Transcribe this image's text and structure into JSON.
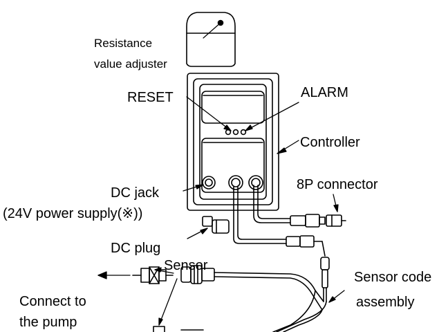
{
  "colors": {
    "line": "#000000",
    "background": "#ffffff"
  },
  "labels": {
    "resistance_line1": "Resistance",
    "resistance_line2": "value adjuster",
    "reset": "RESET",
    "alarm": "ALARM",
    "controller": "Controller",
    "dc_jack": "DC jack",
    "power_supply": "(24V power supply(※))",
    "connector_8p": "8P connector",
    "dc_plug": "DC plug",
    "sensor": "Sensor",
    "connect_line1": "Connect to",
    "connect_line2": "the pump",
    "sensor_code_line1": "Sensor code",
    "sensor_code_line2": "assembly"
  }
}
